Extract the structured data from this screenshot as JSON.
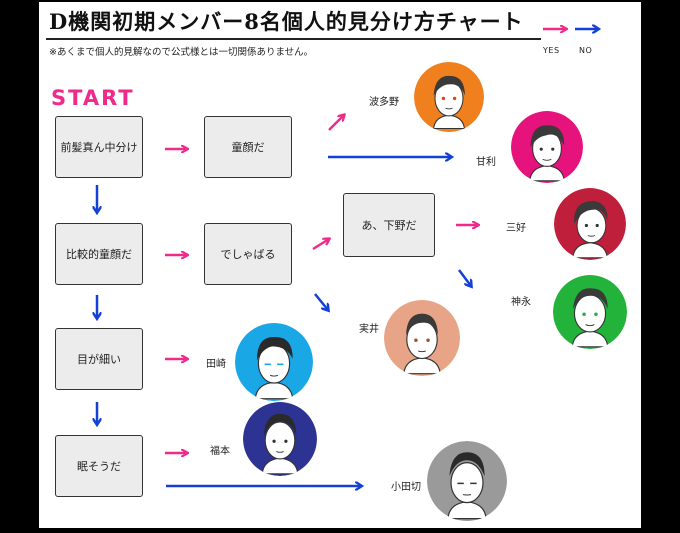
{
  "title": "D機関初期メンバー8名個人的見分け方チャート",
  "note": "※あくまで個人的見解なので公式様とは一切関係ありません。",
  "legend": {
    "yes": "YES",
    "no": "NO",
    "yes_color": "#ee2a8b",
    "no_color": "#1440d6"
  },
  "start": "START",
  "questions": {
    "q1": "前髪真ん中分け",
    "q2": "童顔だ",
    "q3": "比較的童顔だ",
    "q4": "でしゃばる",
    "q5": "あ、下野だ",
    "q6": "目が細い",
    "q7": "眠そうだ"
  },
  "members": {
    "hatano": {
      "name": "波多野",
      "color": "#f07f1e",
      "eye": "#e83c1e"
    },
    "amari": {
      "name": "甘利",
      "color": "#e6137d",
      "eye": "#333333"
    },
    "miyoshi": {
      "name": "三好",
      "color": "#c01f3c",
      "eye": "#333333"
    },
    "kaminaga": {
      "name": "神永",
      "color": "#23b23a",
      "eye": "#2fa84f"
    },
    "jitsui": {
      "name": "実井",
      "color": "#e8a487",
      "eye": "#a0522d"
    },
    "tazaki": {
      "name": "田崎",
      "color": "#1aa7e6",
      "eye": "#1aa7e6"
    },
    "fukumoto": {
      "name": "福本",
      "color": "#2c3392",
      "eye": "#333333"
    },
    "odagiri": {
      "name": "小田切",
      "color": "#9a9a9a",
      "eye": "#333333"
    }
  }
}
